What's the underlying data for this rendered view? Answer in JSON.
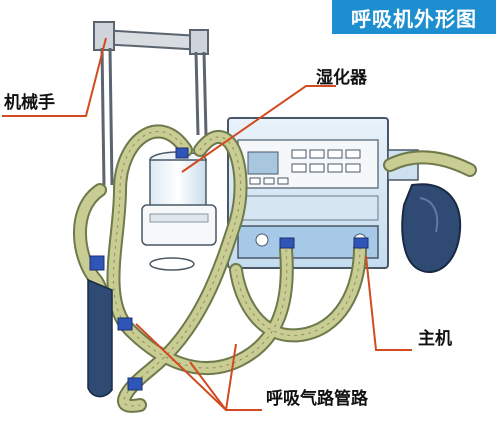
{
  "title": "呼吸机外形图",
  "labels": {
    "arm": "机械手",
    "humidifier": "湿化器",
    "main_unit": "主机",
    "tubing": "呼吸气路管路"
  },
  "colors": {
    "title_bg": "#1d8fd0",
    "leader_line": "#d24a1f",
    "tube_fill": "#c9cc93",
    "tube_edge": "#6e7a4b",
    "device_blue": "#bcd9f0",
    "bag_dark": "#2f4a73",
    "connector_blue": "#2f55b8"
  },
  "icons": [
    "ventilator-illustration"
  ]
}
